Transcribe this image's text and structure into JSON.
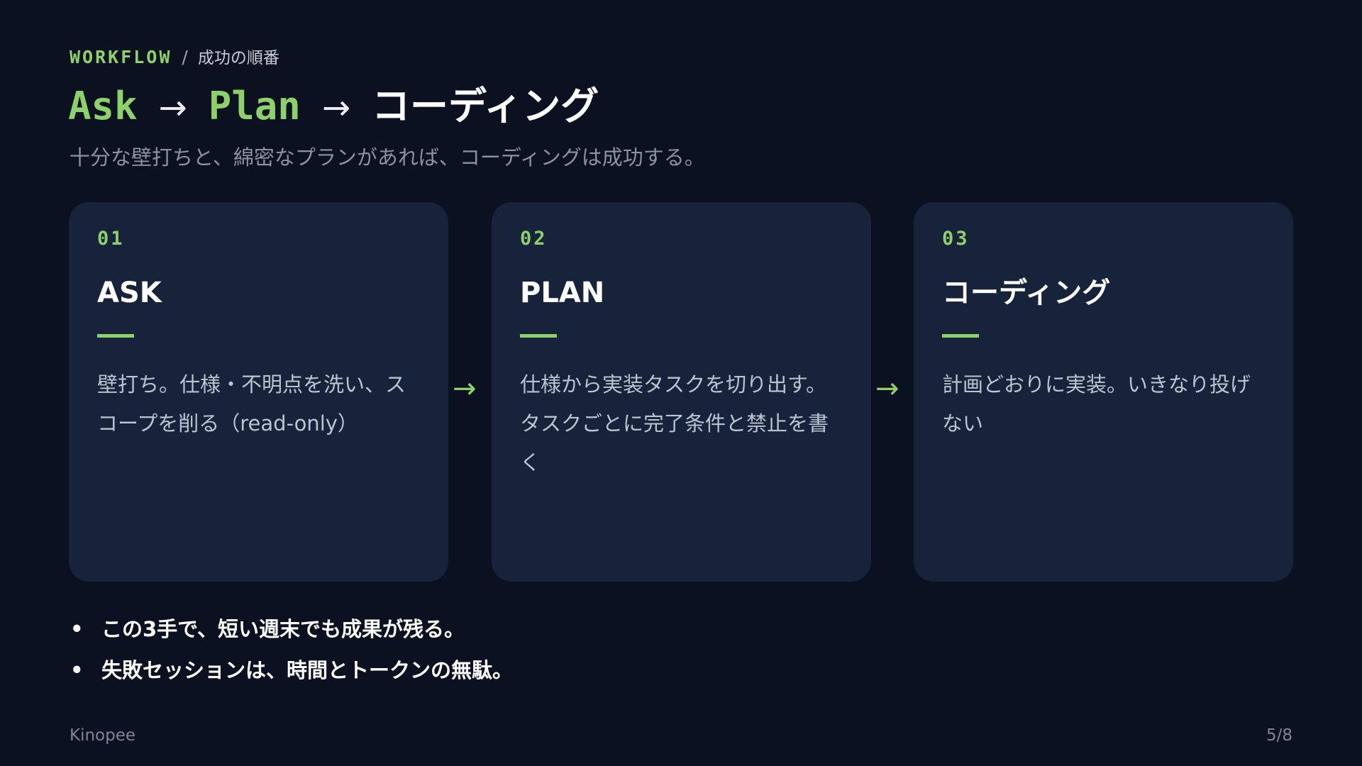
{
  "eyebrow": {
    "kicker": "WORKFLOW",
    "separator": "/",
    "subtitle": "成功の順番"
  },
  "headline": {
    "step1": "Ask",
    "arrow1": "→",
    "step2": "Plan",
    "arrow2": "→",
    "step3": "コーディング"
  },
  "lead": "十分な壁打ちと、綿密なプランがあれば、コーディングは成功する。",
  "cards": [
    {
      "number": "01",
      "title": "ASK",
      "body": "壁打ち。仕様・不明点を洗い、スコープを削る（read-only）"
    },
    {
      "number": "02",
      "title": "PLAN",
      "body": "仕様から実装タスクを切り出す。タスクごとに完了条件と禁止を書く"
    },
    {
      "number": "03",
      "title": "コーディング",
      "body": "計画どおりに実装。いきなり投げない"
    }
  ],
  "flow_arrows": [
    "→",
    "→"
  ],
  "bullets": [
    "この3手で、短い週末でも成果が残る。",
    "失敗セッションは、時間とトークンの無駄。"
  ],
  "bullet_marker": "•",
  "footer": {
    "brand": "Kinopee",
    "page": "5/8"
  },
  "colors": {
    "background": "#0b1120",
    "card": "#17223b",
    "accent": "#8ed16a",
    "text": "#ffffff",
    "muted": "#8a93a2"
  }
}
